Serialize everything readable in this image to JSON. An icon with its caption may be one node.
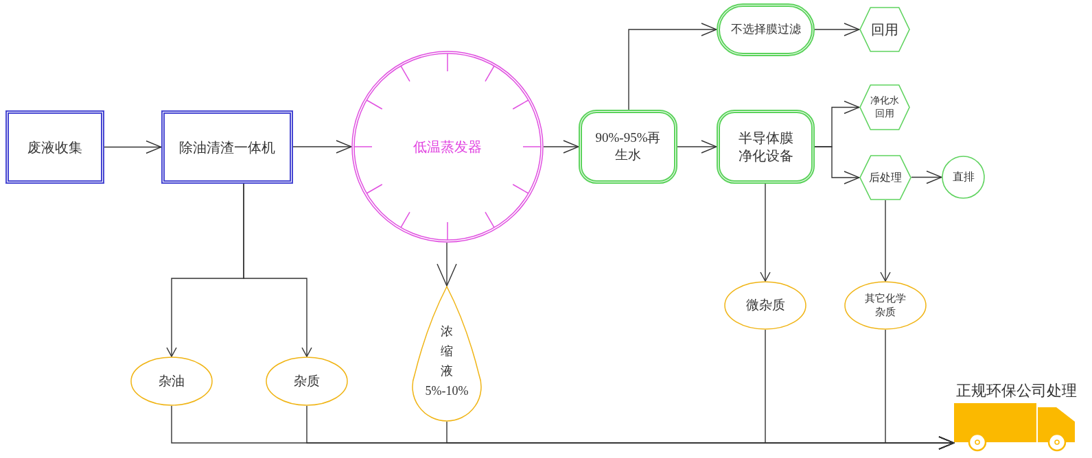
{
  "diagram": {
    "nodes": [
      {
        "text": [
          "废液收集"
        ]
      },
      {
        "text": [
          "除油清渣一体机"
        ]
      },
      {
        "text": [
          "低温蒸发器"
        ]
      },
      {
        "text": [
          "90%-95%再生水"
        ]
      },
      {
        "text": [
          "不选择膜过滤"
        ]
      },
      {
        "text": [
          "回用"
        ]
      },
      {
        "text": [
          "半导体膜净化设备"
        ]
      },
      {
        "text": [
          "净化水回用"
        ]
      },
      {
        "text": [
          "后处理"
        ]
      },
      {
        "text": [
          "直排"
        ]
      },
      {
        "text": [
          "杂油"
        ]
      },
      {
        "text": [
          "杂质"
        ]
      },
      {
        "text": [
          "浓缩液5%-10%"
        ]
      },
      {
        "text": [
          "微杂质"
        ]
      },
      {
        "text": [
          "其它化学杂质"
        ]
      },
      {
        "text": [],
        "shape": "truck",
        "beside": [
          "正规环保公司处理"
        ]
      }
    ],
    "edges": [
      {
        "from": 0,
        "to": 1,
        "arrow": "to"
      },
      {
        "from": 1,
        "to": 2,
        "arrow": "to"
      },
      {
        "from": 2,
        "to": 3,
        "arrow": "to"
      },
      {
        "from": 3,
        "to": 4,
        "arrow": "to"
      },
      {
        "from": 4,
        "to": 5,
        "arrow": "to"
      },
      {
        "from": 3,
        "to": 6,
        "arrow": "to"
      },
      {
        "from": 6,
        "to": 7,
        "arrow": "to"
      },
      {
        "from": 6,
        "to": 8,
        "arrow": "to"
      },
      {
        "from": 8,
        "to": 9,
        "arrow": "to"
      },
      {
        "from": 1,
        "to": 10,
        "arrow": "to"
      },
      {
        "from": 1,
        "to": 11,
        "arrow": "to"
      },
      {
        "from": 2,
        "to": 12,
        "arrow": "to"
      },
      {
        "from": 6,
        "to": 13,
        "arrow": "to"
      },
      {
        "from": 8,
        "to": 14,
        "arrow": "to"
      },
      {
        "from": 10,
        "to": 15,
        "arrow": "to"
      },
      {
        "from": 11,
        "to": 15,
        "arrow": "to"
      },
      {
        "from": 12,
        "to": 15,
        "arrow": "to"
      },
      {
        "from": 13,
        "to": 15,
        "arrow": "to"
      },
      {
        "from": 14,
        "to": 15,
        "arrow": "to"
      }
    ]
  }
}
